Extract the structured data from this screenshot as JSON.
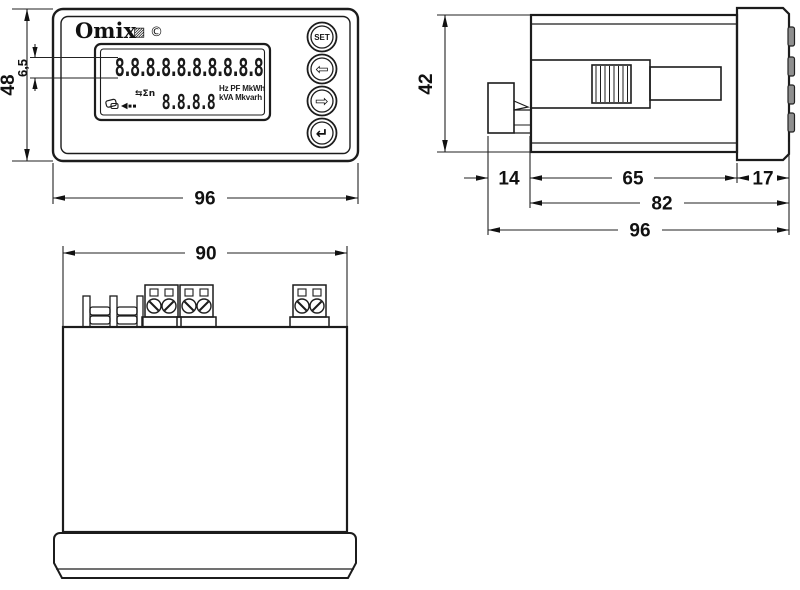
{
  "front": {
    "brand": "Omix",
    "logo": {
      "square_glyph": "▨",
      "circle_glyph": "©"
    },
    "lcd": {
      "main_row": "8.8.8.8.8.8.8.8.8.8",
      "sub_prefix": "⇆Σn",
      "sub_row": "8.8.8.8",
      "units_line1": "Hz PF MkWh",
      "units_line2": "kVA Mkvarh"
    },
    "buttons": [
      {
        "label": "SET"
      },
      {
        "label": "⇦"
      },
      {
        "label": "⇨"
      },
      {
        "label": "↵"
      }
    ],
    "dims": {
      "height": "48",
      "digit_height": "6,5",
      "width": "96"
    }
  },
  "side": {
    "dims": {
      "height": "42",
      "terminal_depth": "14",
      "body_length": "65",
      "bezel_depth": "17",
      "insert_depth": "82",
      "total_depth": "96"
    }
  },
  "top": {
    "dims": {
      "width": "90"
    }
  }
}
